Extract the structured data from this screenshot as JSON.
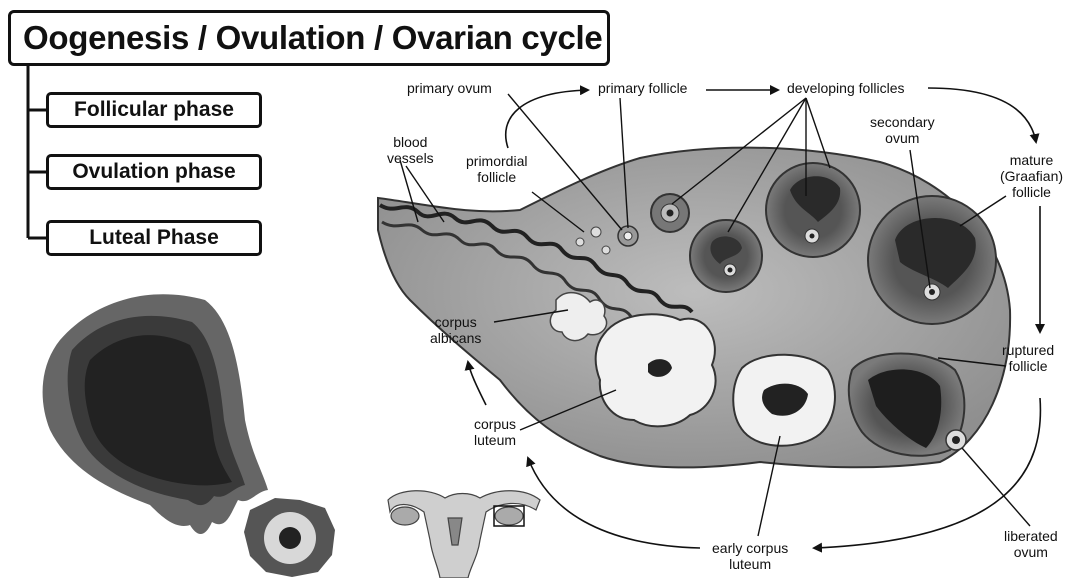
{
  "header": {
    "title": "Oogenesis / Ovulation / Ovarian cycle"
  },
  "phases": [
    {
      "label": "Follicular phase"
    },
    {
      "label": "Ovulation phase"
    },
    {
      "label": "Luteal Phase"
    }
  ],
  "diagram": {
    "labels": {
      "primary_ovum": "primary ovum",
      "primary_follicle": "primary follicle",
      "developing_follicles": "developing follicles",
      "blood_vessels": [
        "blood",
        "vessels"
      ],
      "primordial_follicle": [
        "primordial",
        "follicle"
      ],
      "secondary_ovum": [
        "secondary",
        "ovum"
      ],
      "mature_follicle": [
        "mature",
        "(Graafian)",
        "follicle"
      ],
      "corpus_albicans": [
        "corpus",
        "albicans"
      ],
      "ruptured_follicle": [
        "ruptured",
        "follicle"
      ],
      "corpus_luteum": [
        "corpus",
        "luteum"
      ],
      "liberated_ovum": [
        "liberated",
        "ovum"
      ],
      "early_corpus_luteum": [
        "early corpus",
        "luteum"
      ]
    }
  }
}
